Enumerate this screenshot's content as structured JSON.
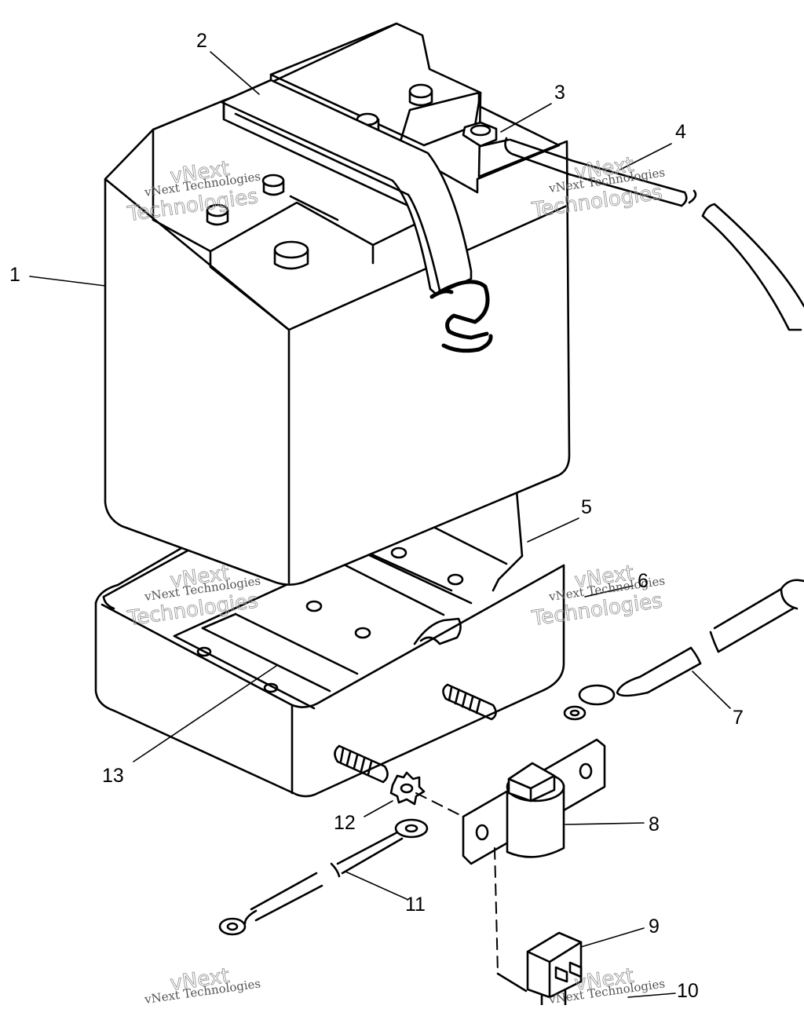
{
  "callouts": {
    "c1": "1",
    "c2": "2",
    "c3": "3",
    "c4": "4",
    "c5": "5",
    "c6": "6",
    "c7": "7",
    "c8": "8",
    "c9": "9",
    "c10": "10",
    "c11": "11",
    "c12": "12",
    "c13": "13"
  },
  "watermark": {
    "line1": "vNext Technologies",
    "word1": "vNext",
    "word2": "Technologies"
  },
  "colors": {
    "ink": "#000000",
    "background": "#ffffff",
    "watermark": "#999999"
  }
}
